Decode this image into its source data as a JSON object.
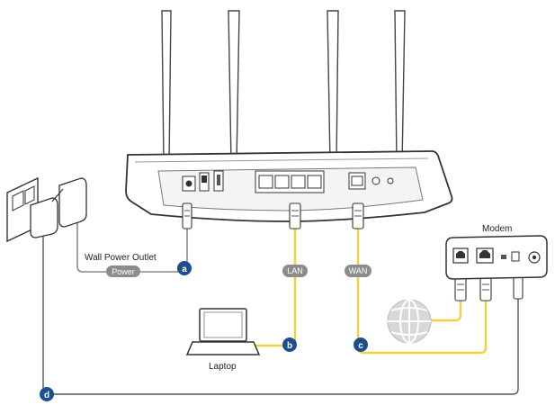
{
  "labels": {
    "wall_outlet": "Wall Power Outlet",
    "modem": "Modem",
    "laptop": "Laptop"
  },
  "cables": {
    "power": "Power",
    "lan": "LAN",
    "wan": "WAN"
  },
  "steps": {
    "a": "a",
    "b": "b",
    "c": "c",
    "d": "d"
  },
  "colors": {
    "yellow_cable": "#f2d23c",
    "gray_cable": "#8a8a8a",
    "badge": "#1d4f8f",
    "pill": "#8c8c8c",
    "outline": "#333333"
  },
  "icons": {
    "globe": "internet-globe-icon",
    "lan_port": "ethernet-port-icon",
    "power_plug": "power-plug-icon"
  }
}
